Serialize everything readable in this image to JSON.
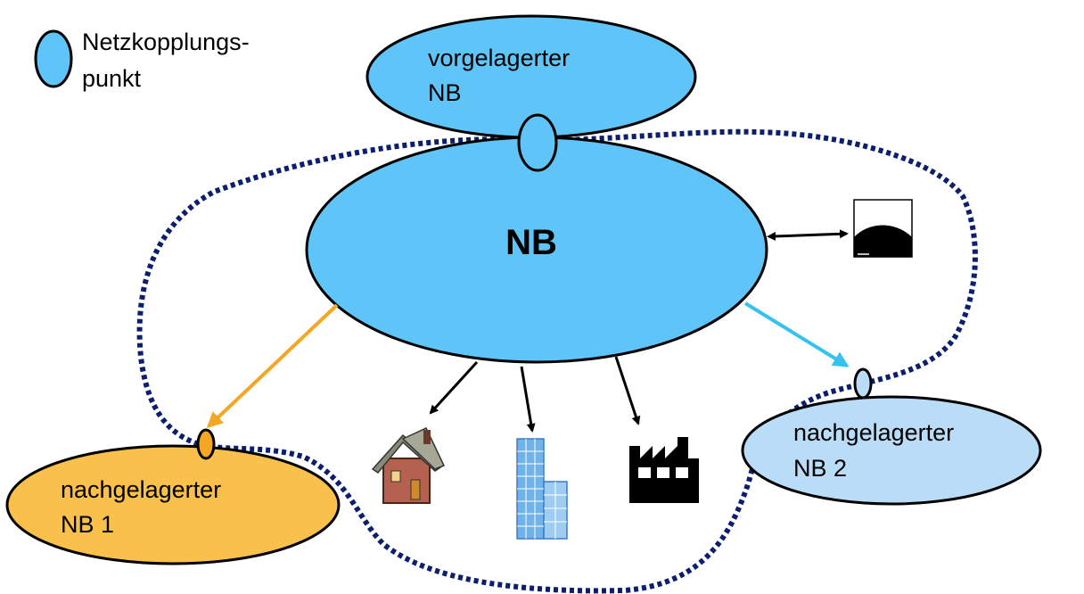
{
  "legend": {
    "line1": "Netzkopplungs-",
    "line2": "punkt",
    "icon": "coupling-point-ellipse"
  },
  "upstream": {
    "line1": "vorgelagerter",
    "line2": "NB"
  },
  "main": {
    "label": "NB"
  },
  "downstream1": {
    "line1": "nachgelagerter",
    "line2": "NB 1"
  },
  "downstream2": {
    "line1": "nachgelagerter",
    "line2": "NB 2"
  },
  "icons": {
    "storage": "storage-icon",
    "house": "house-icon",
    "office": "office-building-icon",
    "factory": "factory-icon"
  },
  "colors": {
    "node_fill": "#5fc4f7",
    "upstream_fill": "#5fc4f7",
    "nb1_fill": "#f9c14b",
    "nb2_fill": "#b9dcf7",
    "boundary": "#0c1f6e",
    "arrow_nb1": "#f5a623",
    "arrow_nb2": "#35c2ef",
    "arrow_black": "#000000"
  }
}
